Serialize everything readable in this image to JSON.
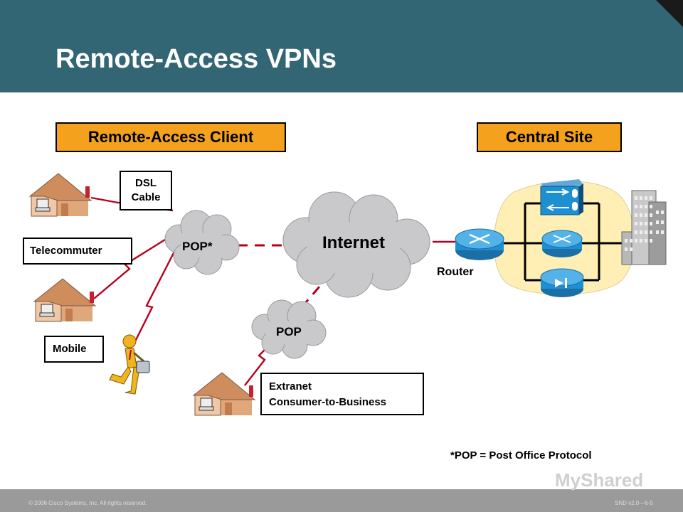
{
  "slide": {
    "title": "Remote-Access VPNs",
    "colors": {
      "header": "#336675",
      "section_header": "#F4A21E",
      "cloud": "#C9C9CB",
      "router": "#1E8FD1",
      "campus": "#FFEFB5",
      "house_roof": "#CF8C5D",
      "house_wall": "#F1C7A5"
    }
  },
  "sections": {
    "remote_client": "Remote-Access Client",
    "central_site": "Central Site"
  },
  "labels": {
    "dsl_cable": [
      "DSL",
      "Cable"
    ],
    "telecommuter": "Telecommuter",
    "mobile": "Mobile",
    "extranet": [
      "Extranet",
      "Consumer-to-Business"
    ],
    "router": "Router"
  },
  "clouds": {
    "internet": "Internet",
    "pop_star": "POP*",
    "pop": "POP"
  },
  "icons": [
    "house-icon",
    "mobile-user-icon",
    "router-icon",
    "firewall-icon",
    "vpn-concentrator-icon",
    "building-icon",
    "cloud-icon"
  ],
  "footnote": "*POP = Post Office Protocol",
  "footer": {
    "copyright": "© 2006 Cisco Systems, Inc. All rights reserved.",
    "page": "SND v2.0—6-5",
    "watermark": "MyShared"
  }
}
